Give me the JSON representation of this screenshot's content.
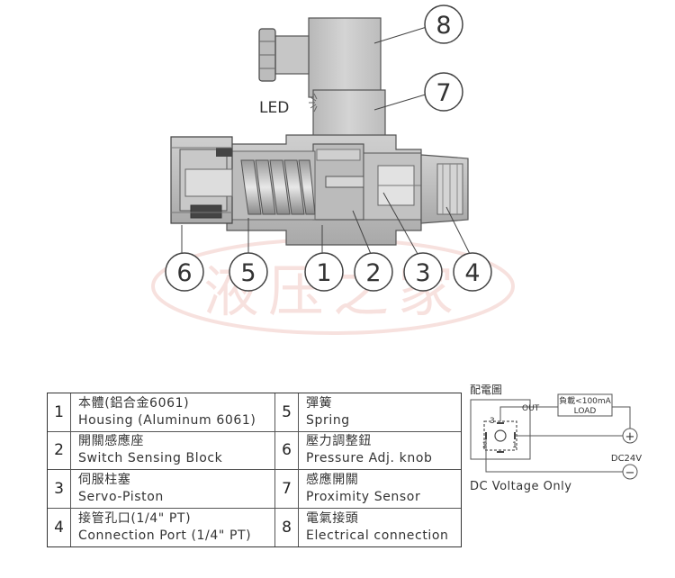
{
  "diagram": {
    "led_label": "LED",
    "callouts": [
      "8",
      "7",
      "6",
      "5",
      "1",
      "2",
      "3",
      "4"
    ],
    "watermark": "液压之家"
  },
  "parts": [
    {
      "num": "1",
      "zh": "本體(鋁合金6061)",
      "en": "Housing (Aluminum 6061)"
    },
    {
      "num": "2",
      "zh": "開關感應座",
      "en": "Switch Sensing Block"
    },
    {
      "num": "3",
      "zh": "伺服柱塞",
      "en": "Servo-Piston"
    },
    {
      "num": "4",
      "zh": "接管孔口(1/4\" PT)",
      "en": "Connection Port (1/4\" PT)"
    },
    {
      "num": "5",
      "zh": "彈簧",
      "en": "Spring"
    },
    {
      "num": "6",
      "zh": "壓力調整鈕",
      "en": "Pressure Adj. knob"
    },
    {
      "num": "7",
      "zh": "感應開關",
      "en": "Proximity Sensor"
    },
    {
      "num": "8",
      "zh": "電氣接頭",
      "en": "Electrical connection"
    }
  ],
  "wiring": {
    "title": "配電圖",
    "out_label": "OUT",
    "load_line1": "負載<100mA",
    "load_line2": "LOAD",
    "pin3": "3",
    "pin2": "2",
    "pin1": "1",
    "plus": "+",
    "minus": "−",
    "dc24v": "DC24V",
    "note": "DC Voltage Only"
  }
}
